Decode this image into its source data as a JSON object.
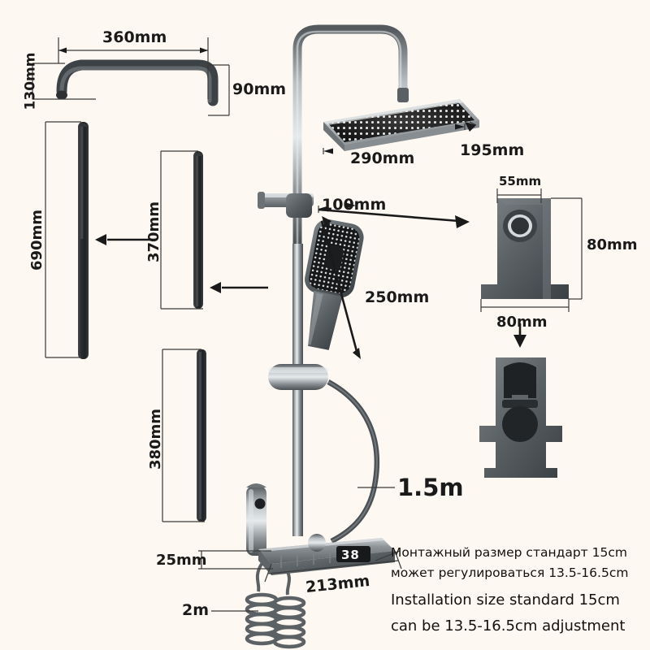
{
  "page": {
    "title": "Shower System Dimension Diagram",
    "background_color": "#fdf8f2",
    "text_color": "#1a1a1a",
    "metal_color": "#6f7375",
    "dark_part_color": "#2b2b2b"
  },
  "dimensions": {
    "arm_length": "360mm",
    "arm_drop": "130mm",
    "arm_rise": "90mm",
    "rail_long": "690mm",
    "rail_mid": "370mm",
    "rail_short": "380mm",
    "head_width": "290mm",
    "head_depth": "195mm",
    "holder_offset": "100mm",
    "handset_length": "250mm",
    "bracket_top_width": "55mm",
    "bracket_height": "80mm",
    "bracket_base_width": "80mm",
    "mixer_width": "213mm",
    "mixer_height": "25mm",
    "hose_main": "1.5m",
    "hose_bidet": "2m"
  },
  "display": {
    "temperature": "38"
  },
  "notes": {
    "ru_line1": "Монтажный размер стандарт 15cm",
    "ru_line2": "может регулироваться 13.5-16.5cm",
    "en_line1": "Installation size standard 15cm",
    "en_line2": "can be 13.5-16.5cm adjustment"
  }
}
